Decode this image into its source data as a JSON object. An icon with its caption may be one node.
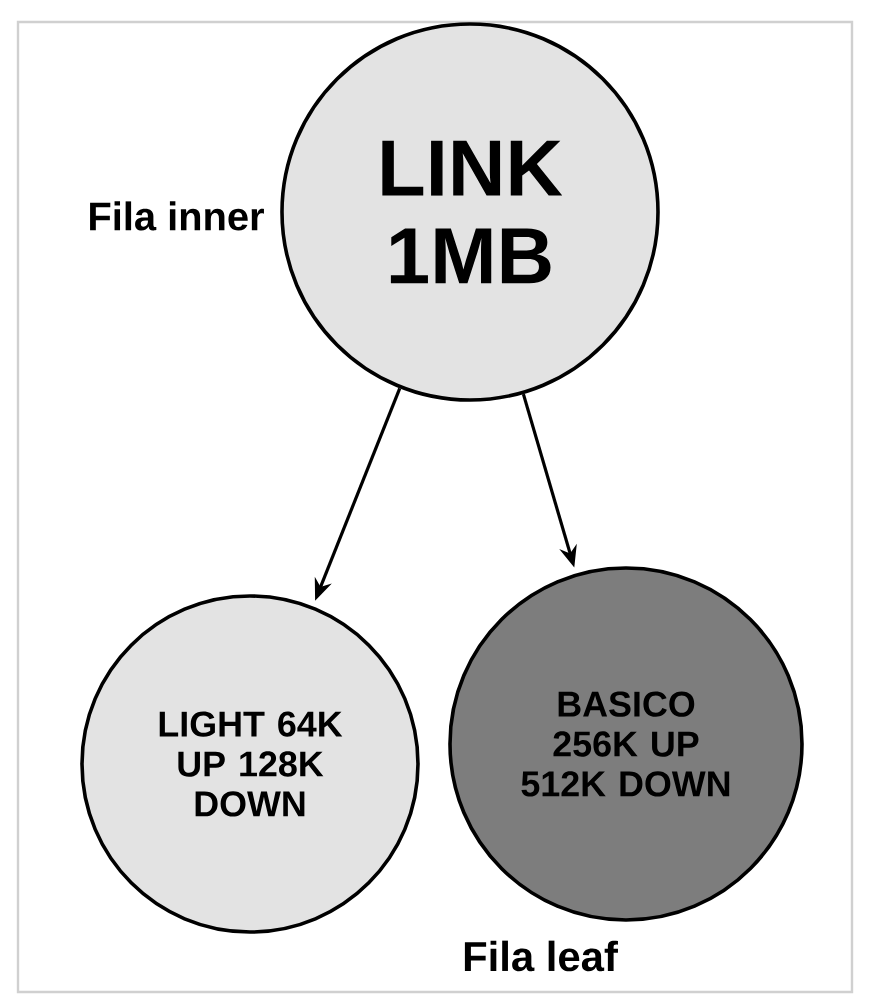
{
  "diagram": {
    "nodes": [
      {
        "text": [
          "LINK 1MB"
        ],
        "beside": [
          "Fila inner"
        ]
      },
      {
        "text": [
          "LIGHT 64K UP 128K DOWN"
        ]
      },
      {
        "text": [
          "BASICO 256K UP 512K DOWN"
        ]
      }
    ],
    "edges": [
      {
        "from": 0,
        "to": 1,
        "arrow": "to"
      },
      {
        "from": 0,
        "to": 2,
        "arrow": "to"
      }
    ],
    "labels": [
      "Fila leaf"
    ]
  }
}
